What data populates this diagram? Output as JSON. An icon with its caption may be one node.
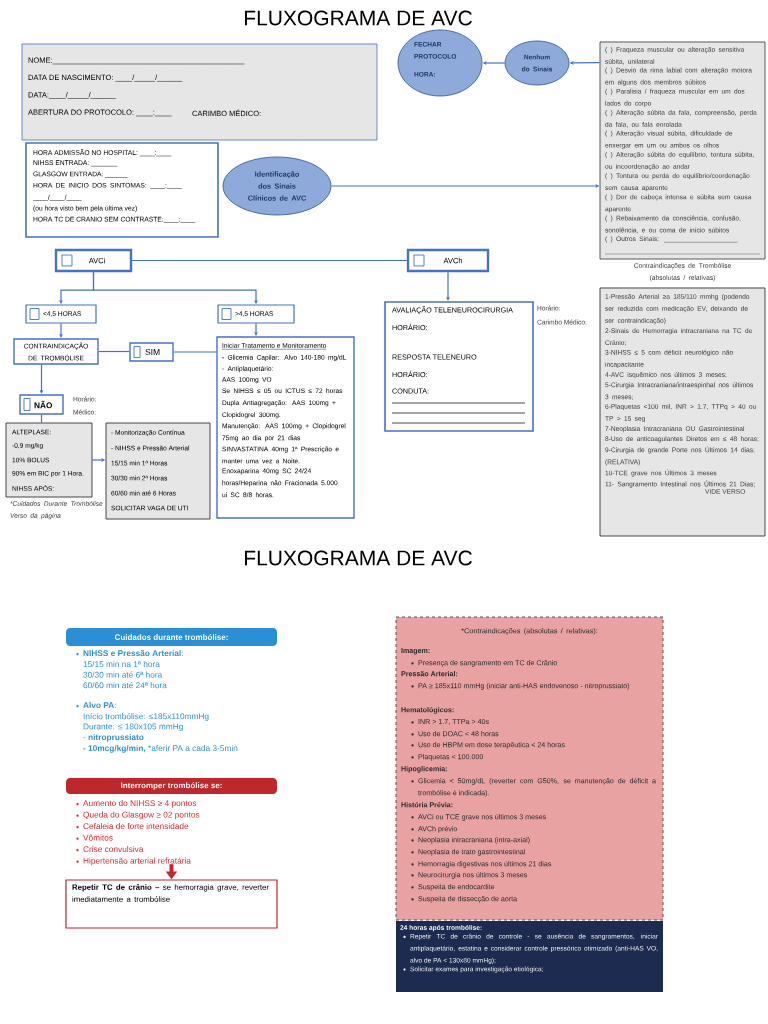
{
  "diagram": {
    "title": "FLUXOGRAMA DE AVC",
    "nodes": [
      {
        "text": [
          "NOME:______________________________________________",
          "DATA DE NASCIMENTO: ____/_____/______",
          "DATA:____/_____/______",
          "ABERTURA DO PROTOCOLO: ____:____",
          "CARIMBO MÉDICO:"
        ]
      },
      {
        "text": [
          "FECHAR PROTOCOLO",
          "HORA:"
        ]
      },
      {
        "text": [
          "Nenhum do Sinais"
        ]
      },
      {
        "text": [
          "HORA ADMISSÃO NO HOSPITAL: ____:____",
          "NIHSS ENTRADA: _______",
          "GLASGOW ENTRADA: ______",
          "HORA DE INICIO DOS SINTOMAS: ____:____ ____/____/____",
          "(ou hora visto bem pela última vez)",
          "HORA TC DE CRANIO SEM CONTRASTE:____:____"
        ]
      },
      {
        "text": [
          "Identificação dos Sinais Clínicos de AVC"
        ]
      },
      {
        "text": [
          "( ) Fraqueza muscular ou alteração sensitiva súbita, unilateral",
          "( ) Desvio da rima labial com alteração motora em alguns dos membros súbitos",
          "( ) Paralisia / fraqueza muscular em um dos lados do corpo",
          "( ) Alteração súbita da fala, compreensão, perda da fala, ou fala enrolada",
          "( ) Alteração visual súbita, dificuldade de enxergar em um ou ambos os olhos",
          "( ) Alteração súbita do equilíbrio, tontura súbita, ou incoordenação ao andar",
          "( ) Tontura ou perda do equilíbrio/coordenação sem causa aparente",
          "( ) Dor de cabeça intensa e súbita sem causa aparente",
          "( ) Rebaixamento da consciência, confusão, sonolência, e ou coma de início súbitos",
          "( ) Outros Sinais: ____________________"
        ]
      },
      {
        "text": [
          "AVCi"
        ]
      },
      {
        "text": [
          "AVCh"
        ]
      },
      {
        "text": [
          "<4,5 HORAS"
        ]
      },
      {
        "text": [
          ">4,5 HORAS"
        ]
      },
      {
        "text": [
          "CONTRAINDICAÇÃO DE TROMBÓLISE"
        ]
      },
      {
        "text": [
          "SIM"
        ]
      },
      {
        "text": [
          "Iniciar Tratamento e Monitoramento",
          "- Glicemia Capilar: Alvo 140-180 mg/dL",
          "- Antiplaquetário:",
          "AAS 100mg VO",
          "Se NIHSS ≤ 05 ou ICTUS ≤ 72 horas Dupla Antiagregação: AAS 100mg + Clopidogrel 300mg.",
          "Manutenção: AAS 100mg + Clopidogrel 75mg ao dia por 21 dias",
          "SINVASTATINA 40mg 1ª Prescrição e manter uma vez a Noite.",
          "Enoxaparina 40mg SC 24/24 horas/Heparina não Fracionada 5.000 ui SC 8/8 horas."
        ]
      },
      {
        "text": [
          "NÃO"
        ],
        "beside": [
          "Horário:",
          "Médico:"
        ]
      },
      {
        "text": [
          "ALTEPLASE:",
          "-0,9 mg/kg",
          "10% BOLUS",
          "90% em BIC por 1 Hora.",
          "NIHSS APÓS:"
        ],
        "beside": [
          "*Cuidados Durante Trombólise Verso da página"
        ]
      },
      {
        "text": [
          "- Monitorização Contínua",
          "- NIHSS e Pressão Arterial",
          "15/15 min 1ª Horas",
          "30/30 min 2ª Horas",
          "60/60 min até 6 Horas",
          "SOLICITAR VAGA DE UTI"
        ]
      },
      {
        "text": [
          "AVALIAÇÃO TELENEUROCIRURGIA",
          "HORÁRIO:",
          "RESPOSTA TELENEURO",
          "HORÁRIO:",
          "CONDUTA:"
        ],
        "beside": [
          "Horário:",
          "Carimbo Médico:"
        ]
      },
      {
        "text": [
          "Contraindicações de Trombólise (absolutas / relativas)",
          "1-Pressão Arterial ≥a 185/110 mmhg (podendo ser reduzida com medicação EV, deixando de ser contraindicação)",
          "2-Sinais de Hemorragia intracraniana na TC de Crânio;",
          "3-NIHSS ≤ 5 com déficit neurológico não incapacitante",
          "4-AVC isquêmico nos últimos 3 meses;",
          "5-Cirurgia Intracraniana/intraespinhal nos últimos 3 meses;",
          "6-Plaquetas <100 mil, INR > 1.7, TTPq > 40 ou TP > 15 seg",
          "7-Neoplasia Intracraniana OU Gastrointestinal",
          "8-Uso de anticoagulantes Diretos em ≤ 48 horas;",
          "9-Cirurgia de grande Porte nos Últimos 14 dias; (RELATIVA)",
          "10-TCE grave nos Últimos 3 meses",
          "11- Sangramento Intestinal nos Últimos 21 Dias;",
          "VIDE VERSO"
        ]
      },
      {
        "text": [
          "Cuidados durante trombólise:",
          "**NIHSS e Pressão Arterial**:",
          "15/15 min na 1ª hora",
          "30/30 min até 6ª hora",
          "60/60 min até 24ª hora",
          "**Alvo PA**:",
          "Início trombólise: ≤185x110mmHg",
          "Durante: ≤ 180x105 mmHg",
          "- **nitroprussiato**",
          "**- 10mcg/kg/min,** *aferir PA a cada 3-5min"
        ]
      },
      {
        "text": [
          "Interromper trombólise se:",
          "Aumento do NIHSS ≥ 4 pontos",
          "Queda do Glasgow ≥ 02 pontos",
          "Cefaleia de forte intensidade",
          "Vômitos",
          "Crise convulsiva",
          "Hipertensão arterial refratária"
        ]
      },
      {
        "text": [
          "**Repetir TC de crânio –** se hemorragia grave, reverter imediatamente a trombólise"
        ]
      },
      {
        "text": [
          "*Contraindicações (absolutas / relativas):",
          "Imagem:",
          "Presença de sangramento em TC de Crânio",
          "Pressão Arterial:",
          "PA ≥ 185x110 mmHg (iniciar anti-HAS endovenoso - nitroprussiato)",
          "Hematológicos:",
          "INR > 1.7, TTPa > 40s",
          "Uso de DOAC < 48 horas",
          "Uso de HBPM em dose terapêutica < 24 horas",
          "Plaquetas < 100.000",
          "Hipoglicemia:",
          "Glicemia < 50mg/dL (reverter com G50%, se manutenção de déficit a trombólise é indicada).",
          "História Prévia:",
          "AVCi ou TCE grave nos últimos 3 meses",
          "AVCh prévio",
          "Neoplasia intracraniana (intra-axial)",
          "Neoplasia de trato gastrointestinal",
          "Hemorragia digestivas nos últimos 21 dias",
          "Neurocirurgia nos últimos 3 meses",
          "Suspeita de endocardite",
          "Suspeita de dissecção de aorta"
        ]
      },
      {
        "text": [
          "24 horas após trombólise:",
          "Repetir TC de crânio de controle - se ausência de sangramentos, iniciar antiplaquetário, estatina e considerar controle pressórico otimizado (anti-HAS VO, alvo de PA < 130x80 mmHg);",
          "Solicitar exames para investigação etiológica;"
        ]
      }
    ],
    "edges": [
      {
        "from": 5,
        "to": 2,
        "arrow": "to"
      },
      {
        "from": 2,
        "to": 1,
        "arrow": "to"
      },
      {
        "from": 4,
        "to": 5,
        "arrow": "to"
      },
      {
        "from": 6,
        "to": 7,
        "arrow": "none"
      },
      {
        "from": 6,
        "to": 8,
        "arrow": "to"
      },
      {
        "from": 6,
        "to": 9,
        "arrow": "to"
      },
      {
        "from": 8,
        "to": 10,
        "arrow": "to"
      },
      {
        "from": 10,
        "to": 11,
        "arrow": "none"
      },
      {
        "from": 11,
        "to": 12,
        "arrow": "none"
      },
      {
        "from": 9,
        "to": 12,
        "arrow": "to"
      },
      {
        "from": 10,
        "to": 13,
        "arrow": "to"
      },
      {
        "from": 13,
        "to": 14,
        "arrow": "none"
      },
      {
        "from": 14,
        "to": 15,
        "arrow": "to"
      },
      {
        "from": 7,
        "to": 16,
        "arrow": "to"
      },
      {
        "from": 19,
        "to": 20,
        "arrow": "to",
        "style": "thick",
        "color": "#c0272d"
      }
    ],
    "labels": [
      "FLUXOGRAMA DE AVC"
    ]
  }
}
